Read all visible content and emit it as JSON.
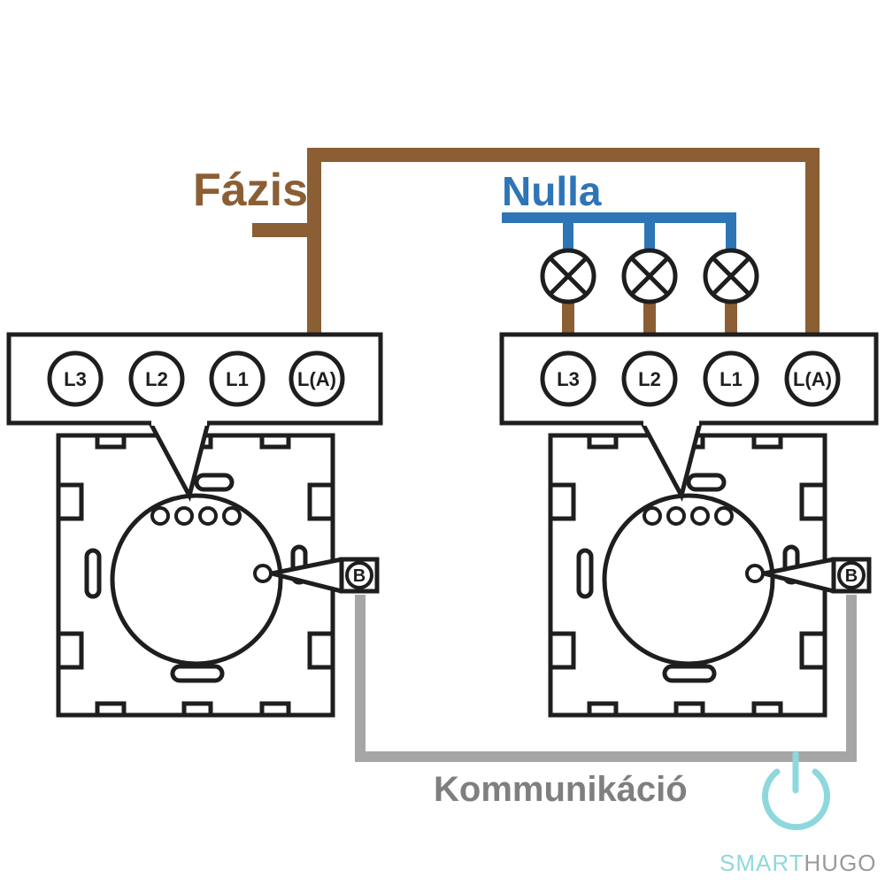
{
  "labels": {
    "phase": "Fázis",
    "neutral": "Nulla",
    "communication": "Kommunikáció"
  },
  "left_switch": {
    "terminals": [
      "L3",
      "L2",
      "L1",
      "L(A)"
    ],
    "b_terminal": "B"
  },
  "right_switch": {
    "terminals": [
      "L3",
      "L2",
      "L1",
      "L(A)"
    ],
    "b_terminal": "B"
  },
  "logo": {
    "part1": "SMART",
    "part2": "HUGO",
    "icon": "power-icon"
  },
  "colors": {
    "phase_wire": "#8B5E34",
    "neutral_wire": "#2E75B6",
    "communication_wire": "#A6A6A6",
    "outline": "#1E1E1E",
    "logo_accent": "#8ED8DD",
    "label_phase": "#8B5E34",
    "label_neutral": "#2E75B6",
    "label_communication": "#7F7F7F"
  }
}
